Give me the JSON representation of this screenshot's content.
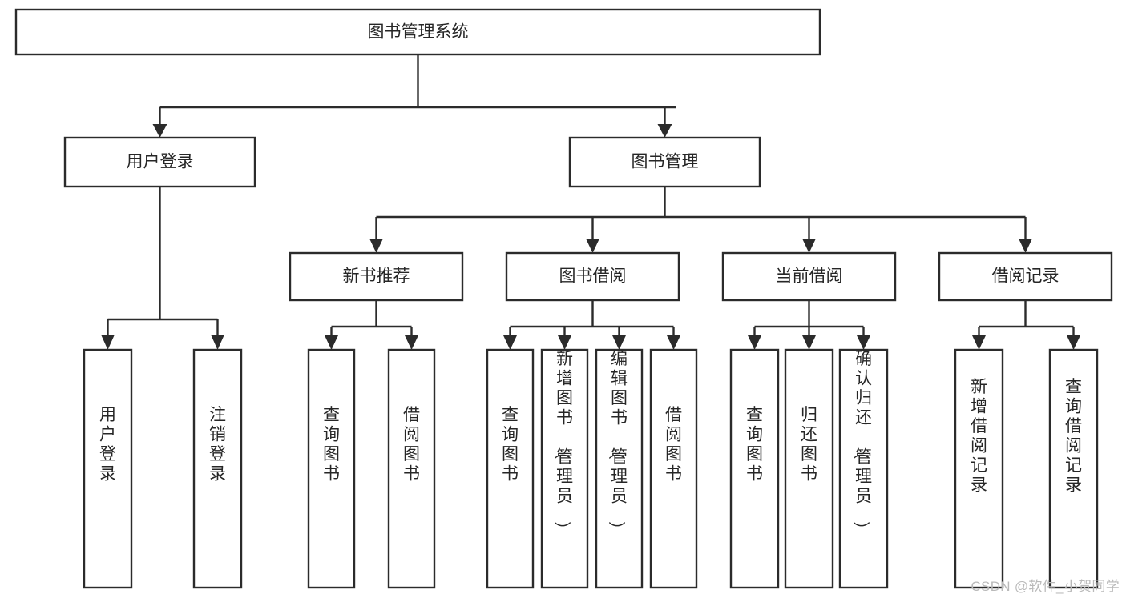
{
  "diagram": {
    "title": "图书管理系统",
    "type": "hierarchy-tree",
    "levels": 4,
    "root": {
      "id": "root",
      "label": "图书管理系统",
      "orientation": "horizontal"
    },
    "level2": [
      {
        "id": "user-login",
        "label": "用户登录",
        "orientation": "horizontal"
      },
      {
        "id": "book-management",
        "label": "图书管理",
        "orientation": "horizontal"
      }
    ],
    "level3": [
      {
        "id": "new-book-recommend",
        "label": "新书推荐",
        "orientation": "horizontal",
        "parent": "book-management"
      },
      {
        "id": "book-borrow",
        "label": "图书借阅",
        "orientation": "horizontal",
        "parent": "book-management"
      },
      {
        "id": "current-borrow",
        "label": "当前借阅",
        "orientation": "horizontal",
        "parent": "book-management"
      },
      {
        "id": "borrow-record",
        "label": "借阅记录",
        "orientation": "horizontal",
        "parent": "book-management"
      }
    ],
    "leaves": [
      {
        "id": "leaf-user-login",
        "label": "用户登录",
        "orientation": "vertical",
        "parent": "user-login"
      },
      {
        "id": "leaf-user-logout",
        "label": "注销登录",
        "orientation": "vertical",
        "parent": "user-login"
      },
      {
        "id": "leaf-query-book-1",
        "label": "查询图书",
        "orientation": "vertical",
        "parent": "new-book-recommend"
      },
      {
        "id": "leaf-borrow-book-1",
        "label": "借阅图书",
        "orientation": "vertical",
        "parent": "new-book-recommend"
      },
      {
        "id": "leaf-query-book-2",
        "label": "查询图书",
        "orientation": "vertical",
        "parent": "book-borrow"
      },
      {
        "id": "leaf-add-book",
        "label": "新增图书（管理员）",
        "orientation": "vertical",
        "parent": "book-borrow"
      },
      {
        "id": "leaf-edit-book",
        "label": "编辑图书（管理员）",
        "orientation": "vertical",
        "parent": "book-borrow"
      },
      {
        "id": "leaf-borrow-book-2",
        "label": "借阅图书",
        "orientation": "vertical",
        "parent": "book-borrow"
      },
      {
        "id": "leaf-query-book-3",
        "label": "查询图书",
        "orientation": "vertical",
        "parent": "current-borrow"
      },
      {
        "id": "leaf-return-book",
        "label": "归还图书",
        "orientation": "vertical",
        "parent": "current-borrow"
      },
      {
        "id": "leaf-confirm-return",
        "label": "确认归还（管理员）",
        "orientation": "vertical",
        "parent": "current-borrow"
      },
      {
        "id": "leaf-add-record",
        "label": "新增借阅记录",
        "orientation": "vertical",
        "parent": "borrow-record"
      },
      {
        "id": "leaf-query-record",
        "label": "查询借阅记录",
        "orientation": "vertical",
        "parent": "borrow-record"
      }
    ],
    "colors": {
      "box_fill": "#ffffff",
      "box_stroke": "#2b2b2b",
      "text": "#262626",
      "background": "#ffffff",
      "watermark": "#b9b9b9"
    }
  },
  "watermark": {
    "text": "CSDN @软件_小贺同学"
  }
}
